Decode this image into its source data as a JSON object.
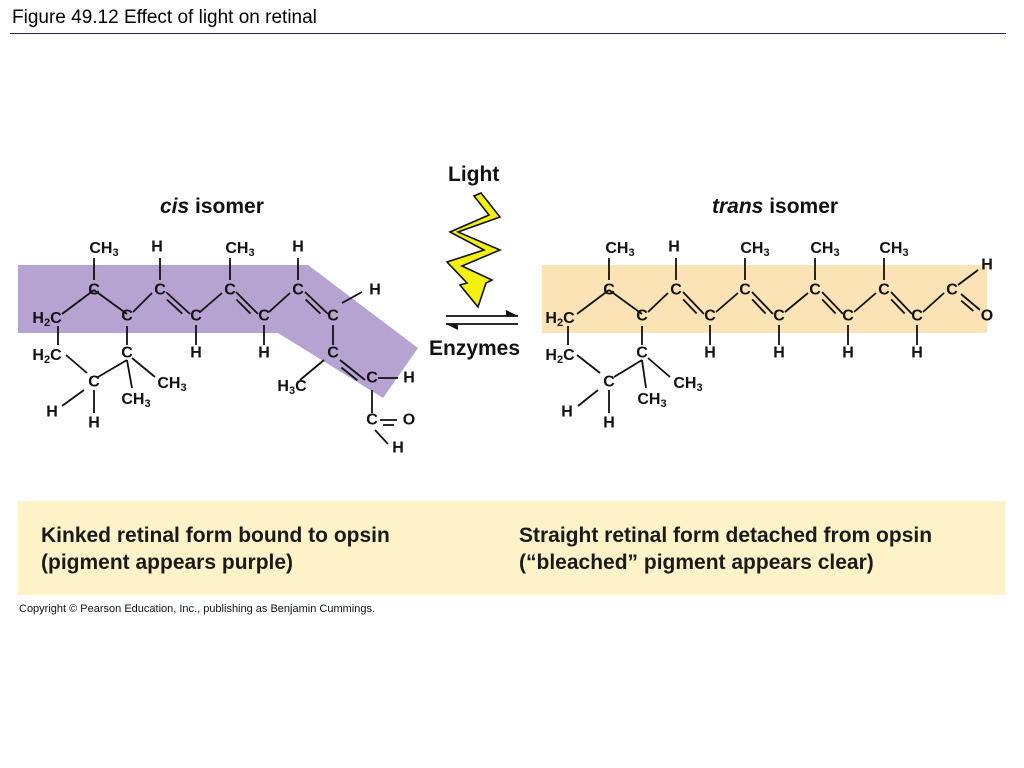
{
  "title": "Figure 49.12  Effect of light on retinal",
  "colors": {
    "cis_band": "#b7a3d1",
    "trans_band": "#fce3b5",
    "caption_band": "#fdf2c8",
    "lightning_fill": "#f5f10e",
    "rule": "#1f2a4a"
  },
  "diagram": {
    "cis_heading": {
      "italic": "cis",
      "rest": " isomer"
    },
    "trans_heading": {
      "italic": "trans",
      "rest": " isomer"
    },
    "light_label": "Light",
    "enzymes_label": "Enzymes",
    "icons": [
      "lightning-bolt-icon",
      "equilibrium-arrows-icon"
    ],
    "atom_labels": {
      "carbon": "C",
      "hydrogen": "H",
      "oxygen": "O",
      "methyl": {
        "main": "CH",
        "sub": "3"
      },
      "methyl_left": {
        "main": "H",
        "sub": "3",
        "tail": "C"
      },
      "methylene": {
        "main": "H",
        "sub": "2",
        "tail": "C"
      }
    }
  },
  "captions": {
    "left_line1": "Kinked retinal form bound to opsin",
    "left_line2": "(pigment appears purple)",
    "right_line1": "Straight retinal form detached from opsin",
    "right_line2": "(“bleached” pigment appears clear)"
  },
  "copyright": "Copyright © Pearson Education, Inc., publishing as Benjamin Cummings."
}
